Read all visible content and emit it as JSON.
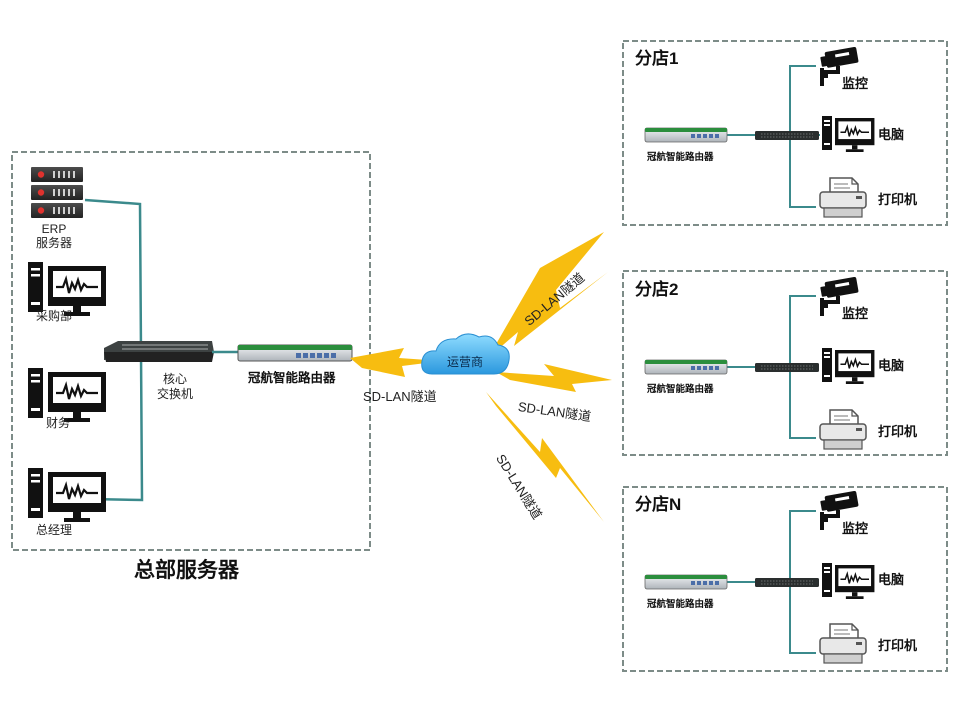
{
  "headquarters": {
    "title": "总部服务器",
    "erp_server": "ERP\n服务器",
    "purchasing": "采购部",
    "finance": "财务",
    "general_manager": "总经理",
    "core_switch": "核心\n交换机",
    "router": "冠航智能路由器"
  },
  "network": {
    "carrier": "运营商",
    "tunnel_label": "SD-LAN隧道"
  },
  "branches": [
    {
      "name": "分店1",
      "router": "冠航智能路由器",
      "devices": [
        "监控",
        "电脑",
        "打印机"
      ]
    },
    {
      "name": "分店2",
      "router": "冠航智能路由器",
      "devices": [
        "监控",
        "电脑",
        "打印机"
      ]
    },
    {
      "name": "分店N",
      "router": "冠航智能路由器",
      "devices": [
        "监控",
        "电脑",
        "打印机"
      ]
    }
  ],
  "colors": {
    "lightning": "#f7bd10",
    "link_line": "#3b8a8c",
    "cloud": "#35b0ea",
    "frame": "#7d8c88"
  },
  "icons": [
    "server-icon",
    "computer-icon",
    "switch-icon",
    "router-icon",
    "cloud-icon",
    "camera-icon",
    "printer-icon"
  ]
}
